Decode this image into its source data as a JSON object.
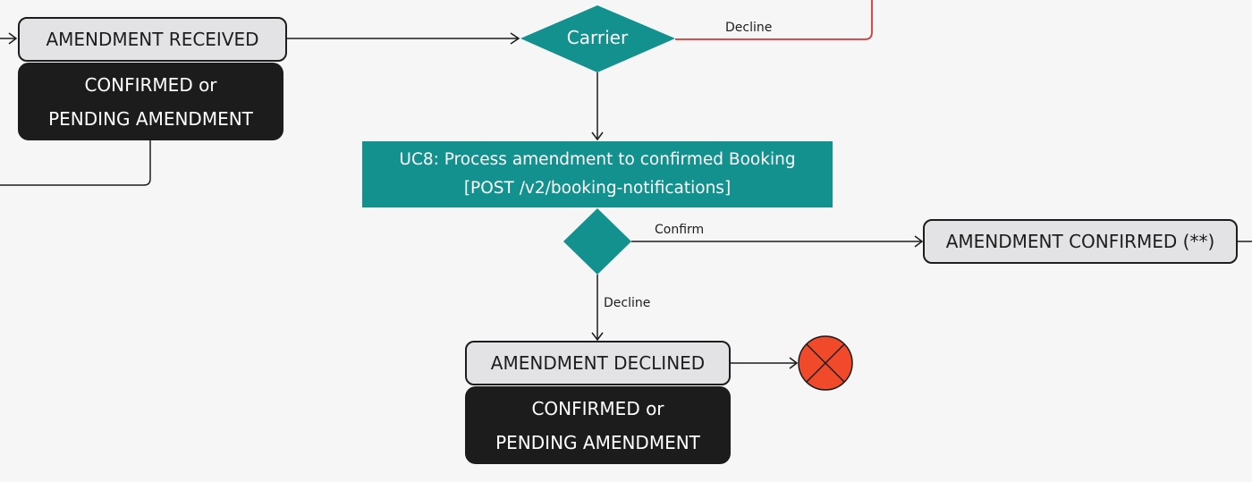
{
  "nodes": {
    "amendment_received": "AMENDMENT RECEIVED",
    "received_substate": [
      "CONFIRMED or",
      "PENDING AMENDMENT"
    ],
    "carrier_decision": "Carrier",
    "uc8": [
      "UC8: Process amendment to confirmed Booking",
      "[POST /v2/booking-notifications]"
    ],
    "amendment_confirmed": "AMENDMENT CONFIRMED (**)",
    "amendment_declined": "AMENDMENT DECLINED",
    "declined_substate": [
      "CONFIRMED or",
      "PENDING AMENDMENT"
    ]
  },
  "edges": {
    "carrier_decline": "Decline",
    "confirm": "Confirm",
    "decline": "Decline"
  },
  "colors": {
    "teal": "#12918e",
    "decline_line": "#d9353a",
    "terminal": "#f04a2a",
    "state_fill": "#e3e3e6",
    "substate_fill": "#1c1c1c"
  }
}
